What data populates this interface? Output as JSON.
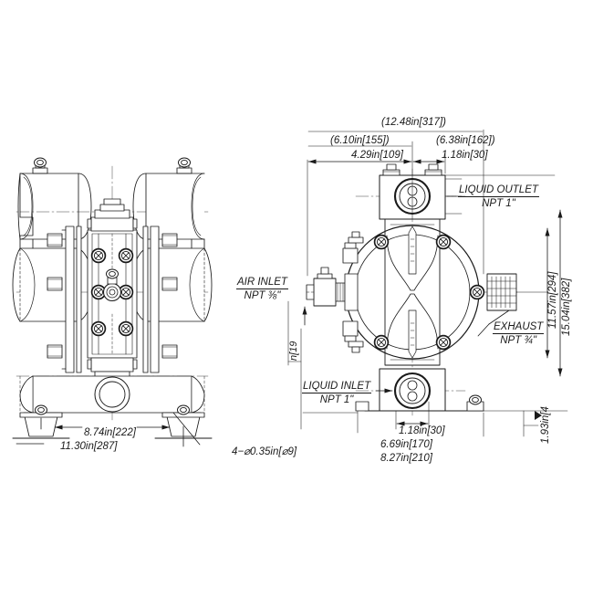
{
  "drawing": {
    "title": "Air Operated Double Diaphragm Pump Dimensional Drawing",
    "line_color": "#1a1a1a",
    "background": "#ffffff",
    "views": {
      "left": "front-elevation-view",
      "right": "side-elevation-view"
    }
  },
  "dimensions": {
    "top_overall": "(12.48in[317])",
    "top_left_paren": "(6.10in[155])",
    "top_right_paren": "(6.38in[162])",
    "top_left": "4.29in[109]",
    "top_right": "1.18in[30]",
    "right_vertical_1": "11.57in[294]",
    "right_vertical_2": "15.04in[382]",
    "bottom_right_1": "1.18in[30]",
    "bottom_right_2": "6.69in[170]",
    "bottom_right_3": "8.27in[210]",
    "bottom_right_vertical": "1.93in[4",
    "left_vertical_small": "n[19",
    "left_view_1": "8.74in[222]",
    "left_view_2": "11.30in[287]",
    "hole_note": "4−⌀0.35in[⌀9]"
  },
  "labels": {
    "liquid_outlet": {
      "line1": "LIQUID OUTLET",
      "line2": "NPT  1\""
    },
    "liquid_inlet": {
      "line1": "LIQUID INLET",
      "line2": "NPT  1\""
    },
    "air_inlet": {
      "line1": "AIR INLET",
      "line2": "NPT ⅜\""
    },
    "exhaust": {
      "line1": "EXHAUST",
      "line2": "NPT ¾\""
    }
  }
}
